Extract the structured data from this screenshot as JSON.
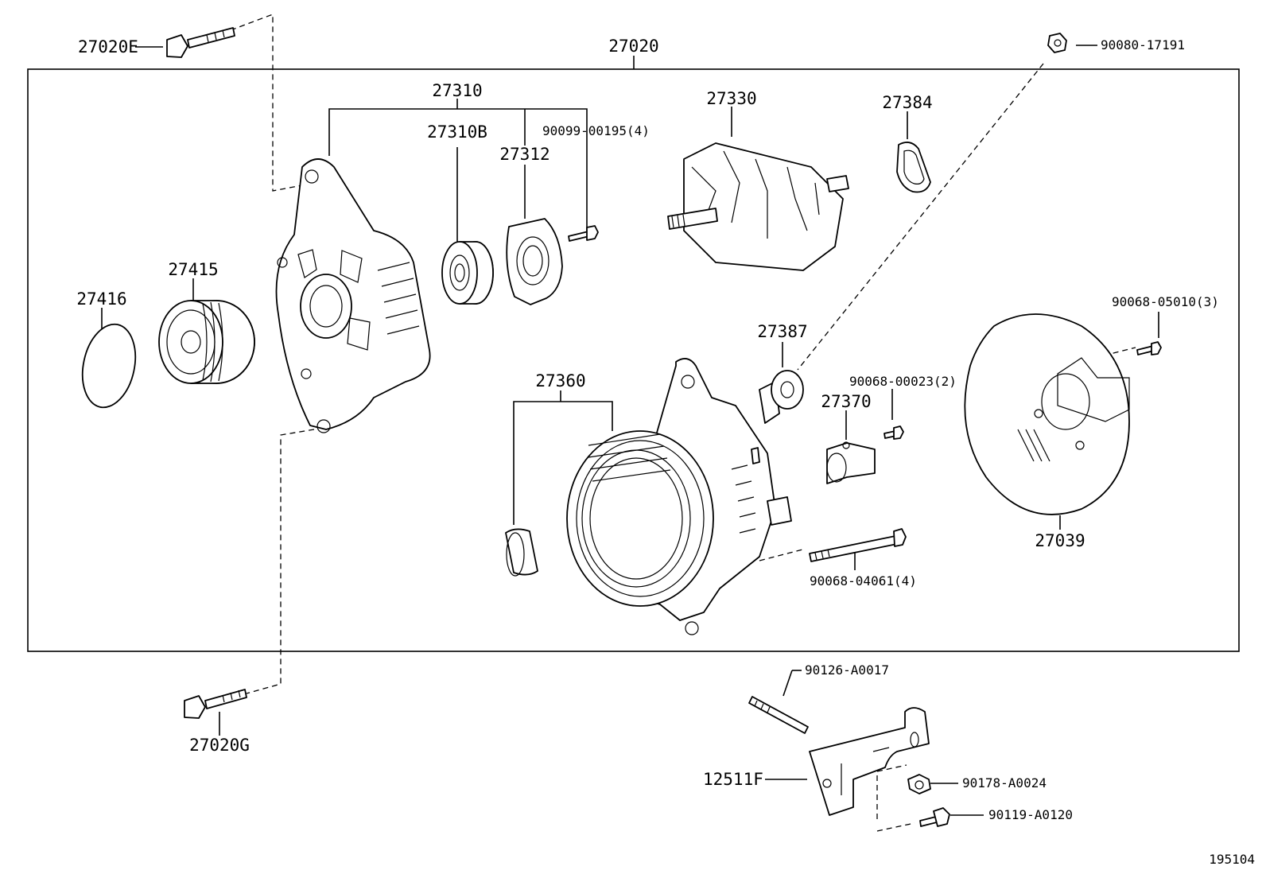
{
  "diagram_id": "195104",
  "parts": {
    "p27020": "27020",
    "p27020E": "27020E",
    "p27020G": "27020G",
    "p27310": "27310",
    "p27310B": "27310B",
    "p27312": "27312",
    "p90099_00195": "90099-00195(4)",
    "p27330": "27330",
    "p27384": "27384",
    "p90080_17191": "90080-17191",
    "p27415": "27415",
    "p27416": "27416",
    "p27387": "27387",
    "p90068_05010": "90068-05010(3)",
    "p27360": "27360",
    "p90068_00023": "90068-00023(2)",
    "p27370": "27370",
    "p27039": "27039",
    "p90068_04061": "90068-04061(4)",
    "p90126_A0017": "90126-A0017",
    "p12511F": "12511F",
    "p90178_A0024": "90178-A0024",
    "p90119_A0120": "90119-A0120"
  }
}
